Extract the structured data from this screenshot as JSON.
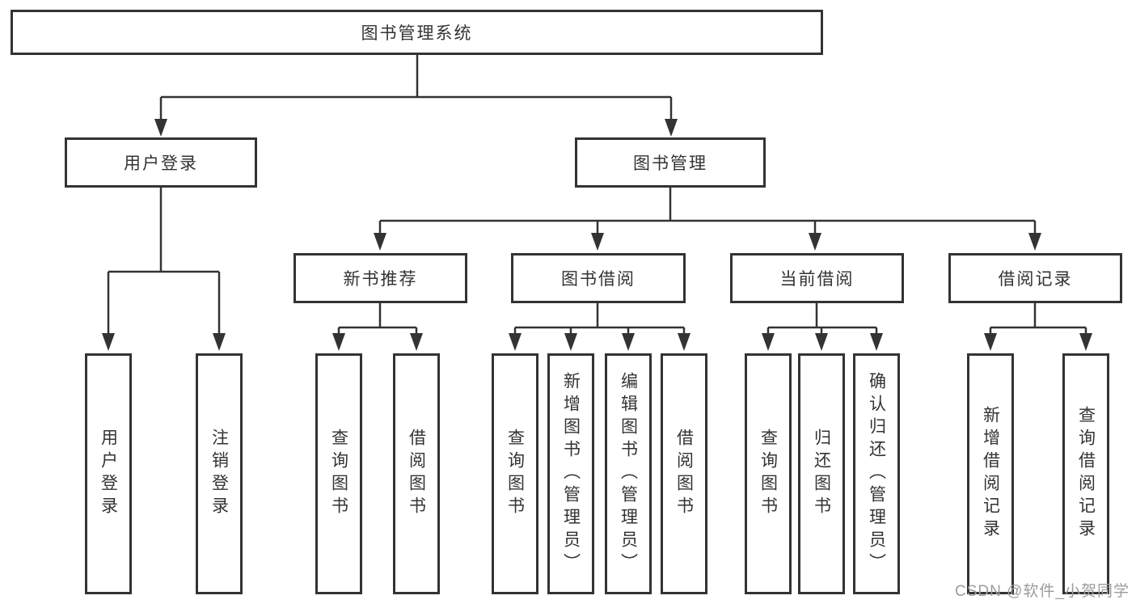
{
  "colors": {
    "line": "#333333",
    "text": "#333333",
    "bg": "#ffffff",
    "watermark": "#9c9c9c"
  },
  "watermark": {
    "text": "CSDN @软件_小贺同学"
  },
  "tree": {
    "label": "图书管理系统",
    "children": [
      {
        "label": "用户登录",
        "children": [
          {
            "label": "用户登录"
          },
          {
            "label": "注销登录"
          }
        ]
      },
      {
        "label": "图书管理",
        "children": [
          {
            "label": "新书推荐",
            "children": [
              {
                "label": "查询图书"
              },
              {
                "label": "借阅图书"
              }
            ]
          },
          {
            "label": "图书借阅",
            "children": [
              {
                "label": "查询图书"
              },
              {
                "label": "新增图书（管理员）"
              },
              {
                "label": "编辑图书（管理员）"
              },
              {
                "label": "借阅图书"
              }
            ]
          },
          {
            "label": "当前借阅",
            "children": [
              {
                "label": "查询图书"
              },
              {
                "label": "归还图书"
              },
              {
                "label": "确认归还（管理员）"
              }
            ]
          },
          {
            "label": "借阅记录",
            "children": [
              {
                "label": "新增借阅记录"
              },
              {
                "label": "查询借阅记录"
              }
            ]
          }
        ]
      }
    ]
  }
}
